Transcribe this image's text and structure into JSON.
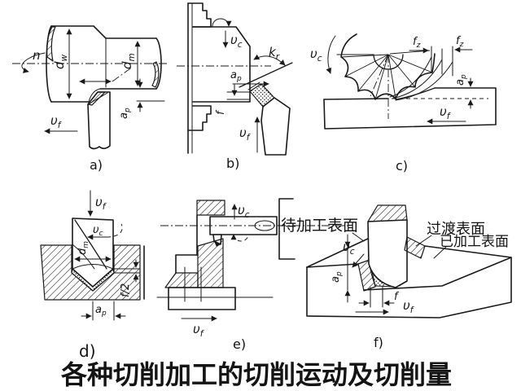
{
  "title": {
    "text": "各种切削加工的切削运动及切削量",
    "color": "#ef7b17"
  },
  "ink_color": "#1a1a1a",
  "figure_labels": {
    "a": "a)",
    "b": "b)",
    "c": "c)",
    "d": "d)",
    "e": "e)",
    "f": "f)"
  },
  "symbols": {
    "n": "n",
    "f": "f",
    "f_half": "f/2",
    "vc": {
      "base": "υ",
      "sub": "c"
    },
    "vf": {
      "base": "υ",
      "sub": "f"
    },
    "fz": {
      "base": "f",
      "sub": "z"
    },
    "ap": {
      "base": "a",
      "sub": "p"
    },
    "dw": {
      "base": "d",
      "sub": "w"
    },
    "dm": {
      "base": "d",
      "sub": "m"
    },
    "kr": {
      "base": "k",
      "sub": "r"
    }
  },
  "annotations": {
    "surface_to_be_machined": "待加工表面",
    "transition_surface": "过渡表面",
    "machined_surface": "已加工表面"
  }
}
